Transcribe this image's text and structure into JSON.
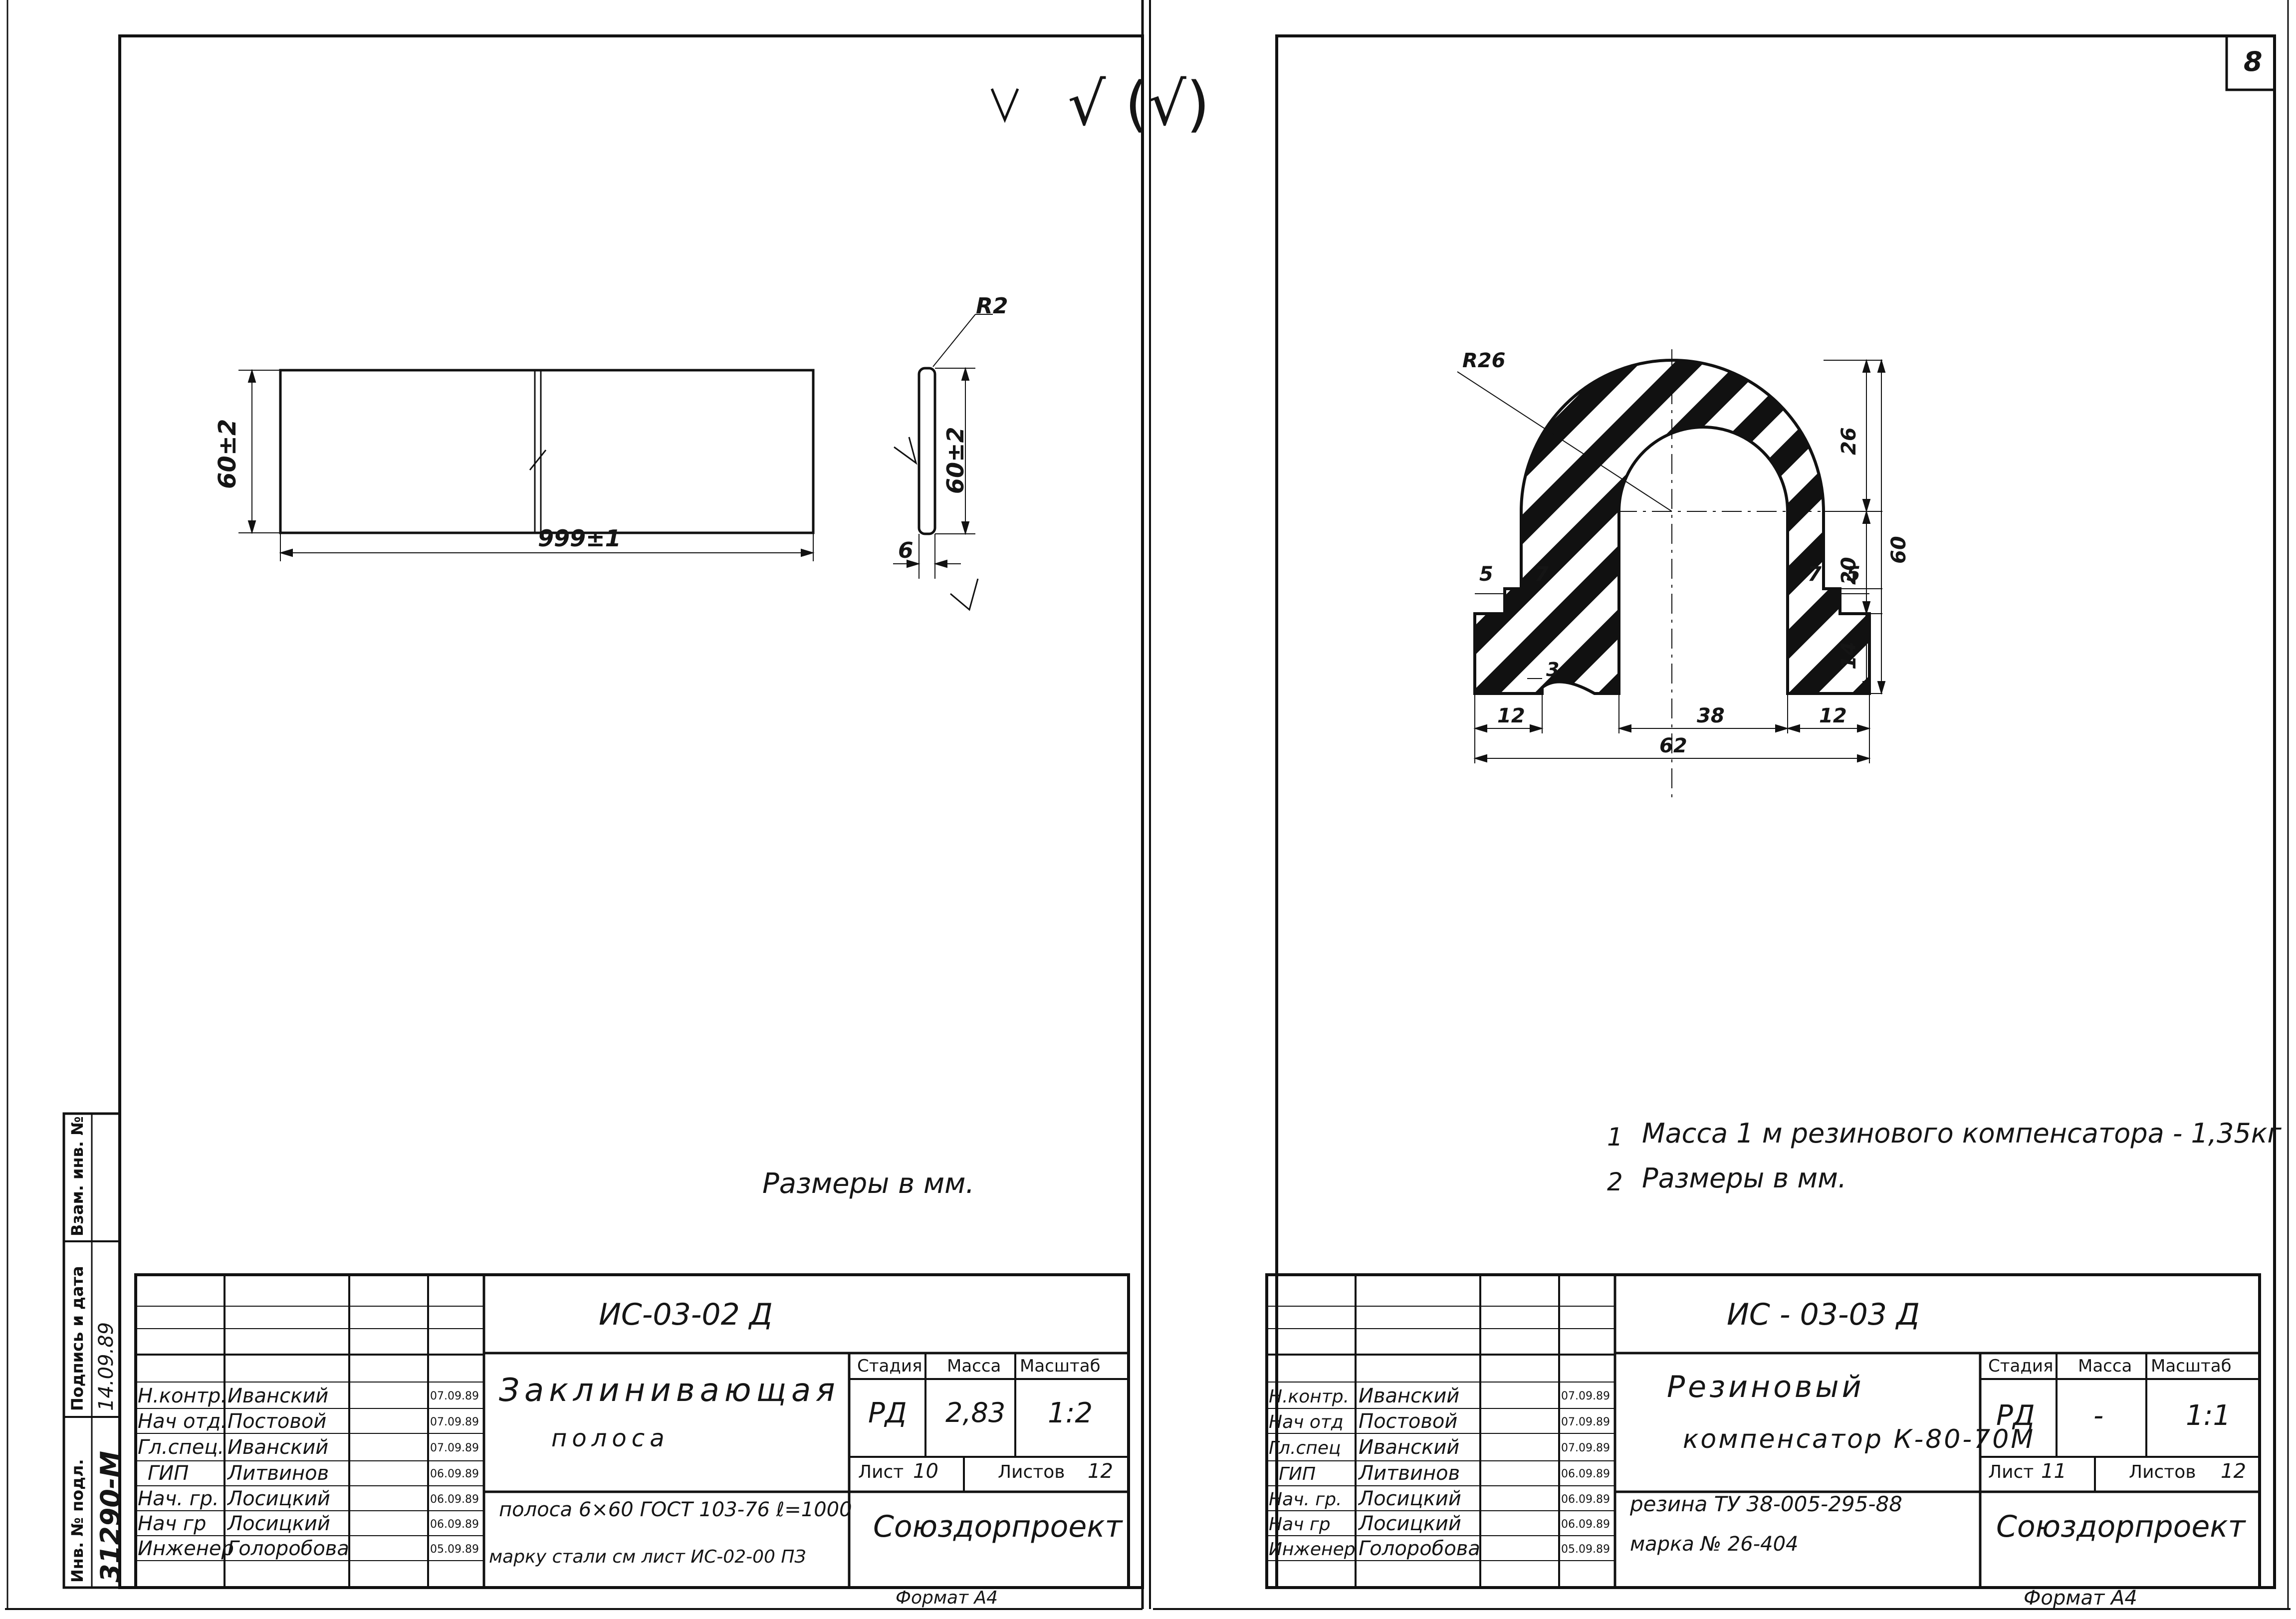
{
  "left_sheet": {
    "surface_mark": "√ (√)",
    "radius_label": "R2",
    "dim_width": "60±2",
    "dim_length": "999±1",
    "dim_thickness": "6",
    "dim_section_height": "60±2",
    "note": "Размеры в мм.",
    "side_stamp": {
      "headers": [
        "Взам. инв. №",
        "Подпись и дата",
        "Инв. № подл."
      ],
      "values": [
        "",
        "14.09.89",
        "31290-M"
      ]
    },
    "title_block": {
      "code": "ИС-03-02 Д",
      "name_line1": "Заклинивающая",
      "name_line2": "полоса",
      "stage_label": "Стадия",
      "mass_label": "Масса",
      "scale_label": "Масштаб",
      "stage": "РД",
      "mass": "2,83",
      "scale": "1:2",
      "sheet_label": "Лист",
      "sheet_no": "10",
      "sheets_label": "Листов",
      "sheets_total": "12",
      "material_line1": "полоса 6×60 ГОСТ 103-76 ℓ=1000",
      "material_line2": "марку стали см лист ИС-02-00 ПЗ",
      "org": "Союздорпроект",
      "format": "Формат А4",
      "staff": [
        {
          "role": "Н.контр.",
          "name": "Иванский",
          "date": "07.09.89"
        },
        {
          "role": "Нач отд.",
          "name": "Постовой",
          "date": "07.09.89"
        },
        {
          "role": "Гл.спец.",
          "name": "Иванский",
          "date": "07.09.89"
        },
        {
          "role": "ГИП",
          "name": "Литвинов",
          "date": "06.09.89"
        },
        {
          "role": "Нач. гр.",
          "name": "Лосицкий",
          "date": "06.09.89"
        },
        {
          "role": "Нач гр",
          "name": "Лосицкий",
          "date": "06.09.89"
        },
        {
          "role": "Инженер",
          "name": "Голоробова",
          "date": "05.09.89"
        }
      ]
    }
  },
  "right_sheet": {
    "page_number": "8",
    "radius_label": "R26",
    "dims": {
      "h_top": "26",
      "h_mid": "20",
      "h_total": "60",
      "h_low": "14",
      "w_left": "12",
      "w_mid": "38",
      "w_right": "12",
      "w_total": "62",
      "step_left": "5",
      "step_right": "5",
      "notch_left": "7",
      "notch_right": "7",
      "gap": "3"
    },
    "notes": [
      {
        "n": "1",
        "text": "Масса 1 м резинового компенсатора - 1,35кг"
      },
      {
        "n": "2",
        "text": "Размеры в мм."
      }
    ],
    "title_block": {
      "code": "ИС - 03-03 Д",
      "name_line1": "Резиновый",
      "name_line2": "компенсатор К-80-70М",
      "stage_label": "Стадия",
      "mass_label": "Масса",
      "scale_label": "Масштаб",
      "stage": "РД",
      "mass": "-",
      "scale": "1:1",
      "sheet_label": "Лист",
      "sheet_no": "11",
      "sheets_label": "Листов",
      "sheets_total": "12",
      "material_line1": "резина ТУ 38-005-295-88",
      "material_line2": "марка № 26-404",
      "org": "Союздорпроект",
      "format": "Формат А4",
      "staff": [
        {
          "role": "Н.контр.",
          "name": "Иванский",
          "date": "07.09.89"
        },
        {
          "role": "Нач отд",
          "name": "Постовой",
          "date": "07.09.89"
        },
        {
          "role": "Гл.спец",
          "name": "Иванский",
          "date": "07.09.89"
        },
        {
          "role": "ГИП",
          "name": "Литвинов",
          "date": "06.09.89"
        },
        {
          "role": "Нач. гр.",
          "name": "Лосицкий",
          "date": "06.09.89"
        },
        {
          "role": "Нач гр",
          "name": "Лосицкий",
          "date": "06.09.89"
        },
        {
          "role": "Инженер",
          "name": "Голоробова",
          "date": "05.09.89"
        }
      ]
    }
  }
}
